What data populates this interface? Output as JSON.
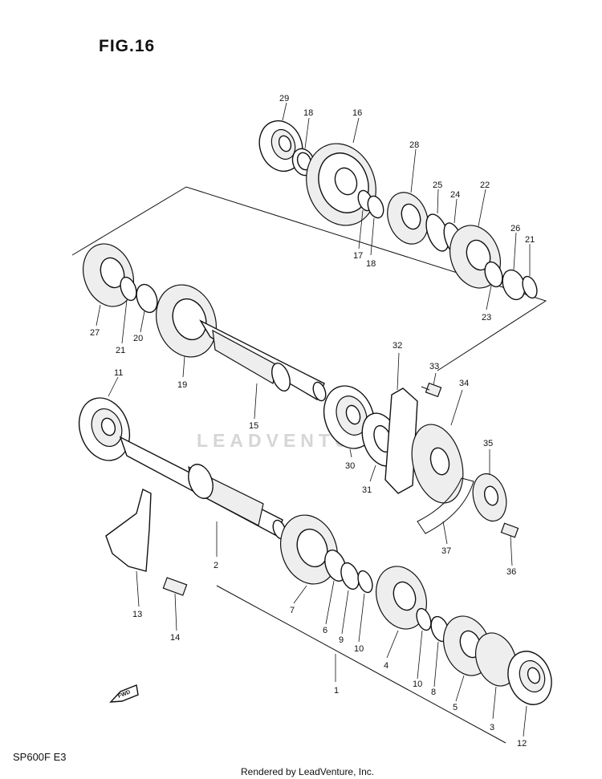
{
  "figure_title": "FIG.16",
  "model": "SP600F  E3",
  "credit": "Rendered by LeadVenture, Inc.",
  "watermark": "LEADVENTURE",
  "fwd_label": "FWD",
  "callouts": [
    {
      "id": "c1",
      "text": "1"
    },
    {
      "id": "c2",
      "text": "2"
    },
    {
      "id": "c3",
      "text": "3"
    },
    {
      "id": "c4",
      "text": "4"
    },
    {
      "id": "c5",
      "text": "5"
    },
    {
      "id": "c6",
      "text": "6"
    },
    {
      "id": "c7",
      "text": "7"
    },
    {
      "id": "c8",
      "text": "8"
    },
    {
      "id": "c9",
      "text": "9"
    },
    {
      "id": "c10a",
      "text": "10"
    },
    {
      "id": "c10b",
      "text": "10"
    },
    {
      "id": "c11",
      "text": "11"
    },
    {
      "id": "c12",
      "text": "12"
    },
    {
      "id": "c13",
      "text": "13"
    },
    {
      "id": "c14",
      "text": "14"
    },
    {
      "id": "c15",
      "text": "15"
    },
    {
      "id": "c16",
      "text": "16"
    },
    {
      "id": "c17",
      "text": "17"
    },
    {
      "id": "c18a",
      "text": "18"
    },
    {
      "id": "c18b",
      "text": "18"
    },
    {
      "id": "c19",
      "text": "19"
    },
    {
      "id": "c20",
      "text": "20"
    },
    {
      "id": "c21a",
      "text": "21"
    },
    {
      "id": "c21b",
      "text": "21"
    },
    {
      "id": "c22",
      "text": "22"
    },
    {
      "id": "c23",
      "text": "23"
    },
    {
      "id": "c24",
      "text": "24"
    },
    {
      "id": "c25",
      "text": "25"
    },
    {
      "id": "c26",
      "text": "26"
    },
    {
      "id": "c27",
      "text": "27"
    },
    {
      "id": "c28",
      "text": "28"
    },
    {
      "id": "c29",
      "text": "29"
    },
    {
      "id": "c30",
      "text": "30"
    },
    {
      "id": "c31",
      "text": "31"
    },
    {
      "id": "c32",
      "text": "32"
    },
    {
      "id": "c33",
      "text": "33"
    },
    {
      "id": "c34",
      "text": "34"
    },
    {
      "id": "c35",
      "text": "35"
    },
    {
      "id": "c36",
      "text": "36"
    },
    {
      "id": "c37",
      "text": "37"
    }
  ]
}
